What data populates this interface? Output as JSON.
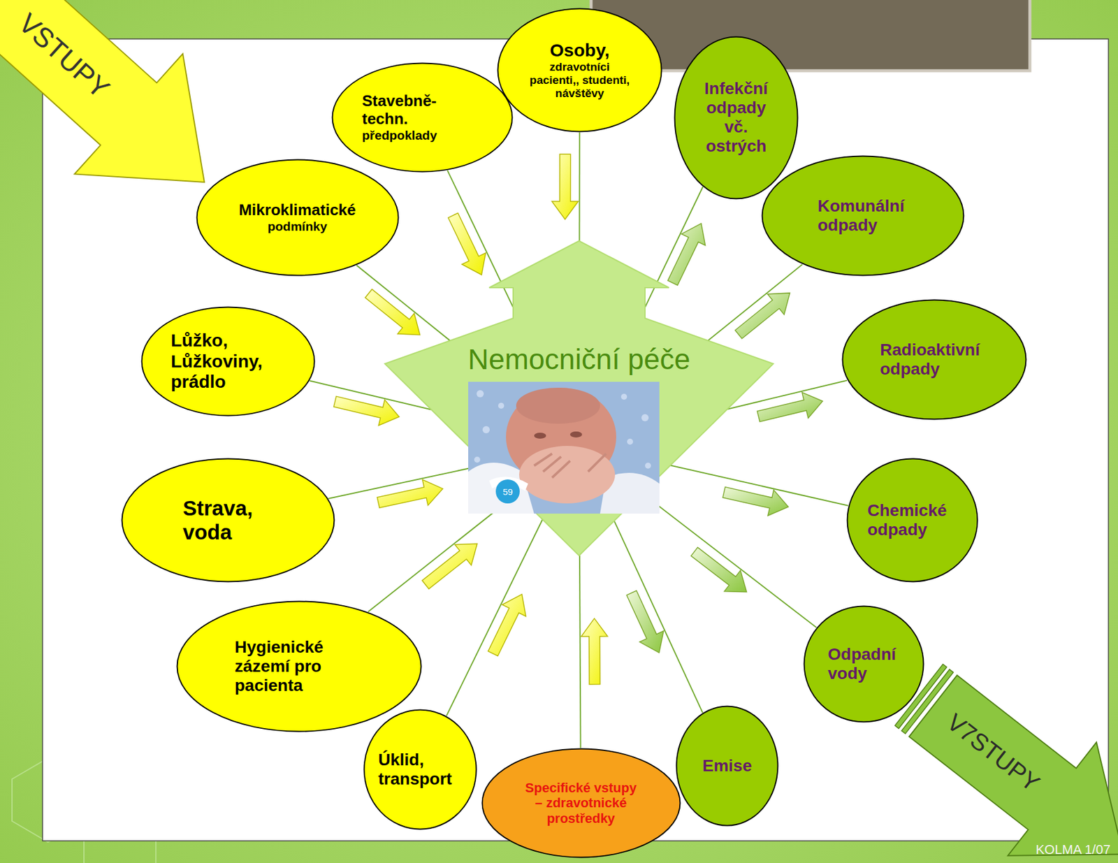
{
  "diagram": {
    "nodes": [
      {
        "text": [
          "Osoby,",
          "zdravotníci pacienti,, studenti, návštěvy"
        ]
      },
      {
        "text": [
          "Stavebně- techn.",
          "předpoklady"
        ]
      },
      {
        "text": [
          "Mikroklimatické",
          "podmínky"
        ]
      },
      {
        "text": [
          "Lůžko, Lůžkoviny, prádlo"
        ]
      },
      {
        "text": [
          "Strava, voda"
        ]
      },
      {
        "text": [
          "Hygienické zázemí pro pacienta"
        ]
      },
      {
        "text": [
          "Úklid, transport"
        ]
      },
      {
        "text": [
          "Specifické vstupy – zdravotnické prostředky"
        ]
      },
      {
        "text": [
          "Nemocniční péče"
        ]
      },
      {
        "text": [
          "Infekční odpady vč. ostrých"
        ]
      },
      {
        "text": [
          "Komunální odpady"
        ]
      },
      {
        "text": [
          "Radioaktivní odpady"
        ]
      },
      {
        "text": [
          "Chemické odpady"
        ]
      },
      {
        "text": [
          "Odpadní vody"
        ]
      },
      {
        "text": [
          "Emise"
        ]
      }
    ],
    "edges": [
      {
        "from": 0,
        "to": 8,
        "arrow": "to"
      },
      {
        "from": 1,
        "to": 8,
        "arrow": "to"
      },
      {
        "from": 2,
        "to": 8,
        "arrow": "to"
      },
      {
        "from": 3,
        "to": 8,
        "arrow": "to"
      },
      {
        "from": 4,
        "to": 8,
        "arrow": "to"
      },
      {
        "from": 5,
        "to": 8,
        "arrow": "to"
      },
      {
        "from": 6,
        "to": 8,
        "arrow": "to"
      },
      {
        "from": 7,
        "to": 8,
        "arrow": "to"
      },
      {
        "from": 8,
        "to": 9,
        "arrow": "to"
      },
      {
        "from": 8,
        "to": 10,
        "arrow": "to"
      },
      {
        "from": 8,
        "to": 11,
        "arrow": "to"
      },
      {
        "from": 8,
        "to": 12,
        "arrow": "to"
      },
      {
        "from": 8,
        "to": 13,
        "arrow": "to"
      },
      {
        "from": 8,
        "to": 14,
        "arrow": "to"
      }
    ],
    "labels": [
      "VSTUPY",
      "V7STUPY",
      "59",
      "KOLMA 1/07"
    ]
  }
}
